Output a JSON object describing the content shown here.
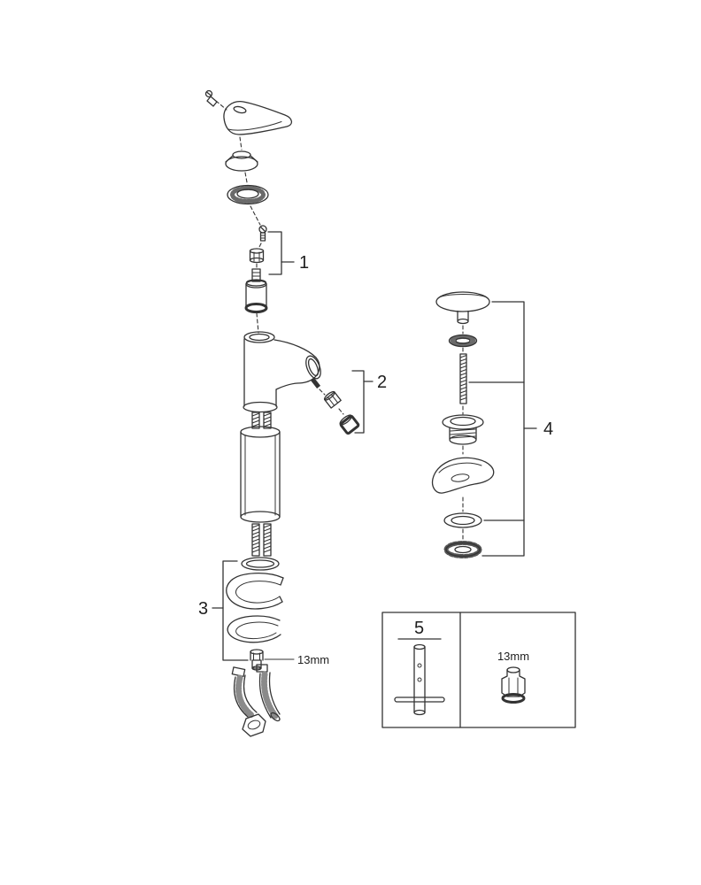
{
  "page": {
    "background": "#ffffff",
    "line_color": "#333333"
  },
  "labels": {
    "part1": "1",
    "part2": "2",
    "part3": "3",
    "part4": "4",
    "part5": "5",
    "wrench_size": "13mm",
    "box_wrench_size": "13mm"
  }
}
